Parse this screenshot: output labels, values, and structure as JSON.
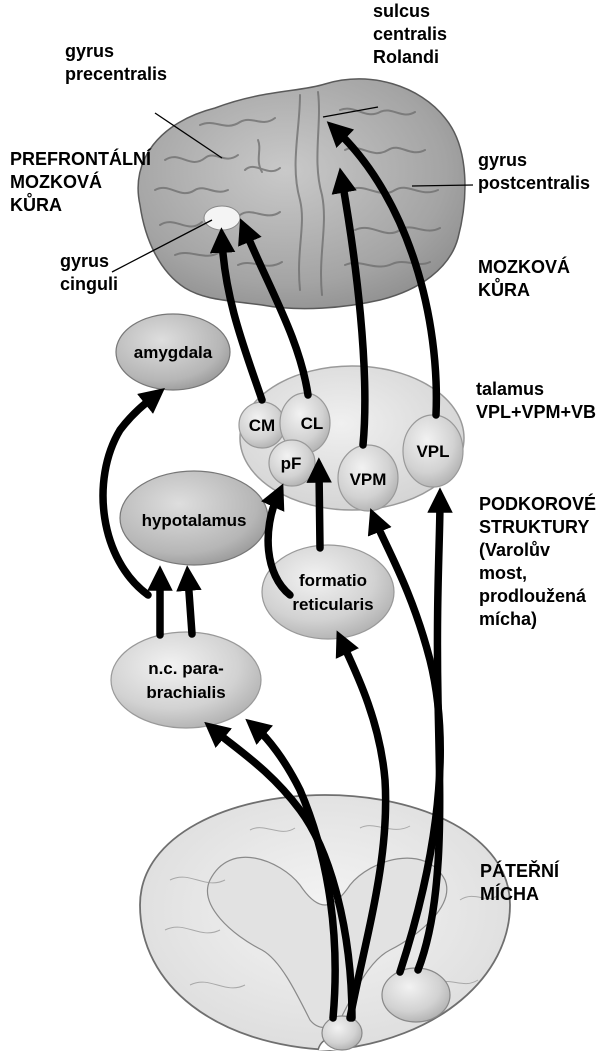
{
  "labels": {
    "sulcus": "sulcus\ncentralis\nRolandi",
    "gyrus_precentralis": "gyrus\nprecentralis",
    "prefrontal": "PREFRONTÁLNÍ\nMOZKOVÁ\nKŮRA",
    "gyrus_postcentralis": "gyrus\npostcentralis",
    "gyrus_cinguli": "gyrus\ncinguli",
    "mozkova_kura": "MOZKOVÁ\nKŮRA",
    "talamus": "talamus\nVPL+VPM+VB",
    "podkorove": "PODKOROVÉ\nSTRUKTURY\n(Varolův most,\nprodloužená\nmícha)",
    "paterni": "PÁTEŘNÍ\nMÍCHA"
  },
  "nodes": {
    "amygdala": "amygdala",
    "hypotalamus": "hypotalamus",
    "parabrachialis_1": "n.c. para-",
    "parabrachialis_2": "brachialis",
    "formatio_1": "formatio",
    "formatio_2": "reticularis",
    "cm": "CM",
    "cl": "CL",
    "pf": "pF",
    "vpm": "VPM",
    "vpl": "VPL"
  },
  "colors": {
    "text": "#000000",
    "arrow": "#000000",
    "brain_fill": "#a9a9a9",
    "node_fill": "#d8d8d8",
    "cord_fill": "#ececec"
  }
}
